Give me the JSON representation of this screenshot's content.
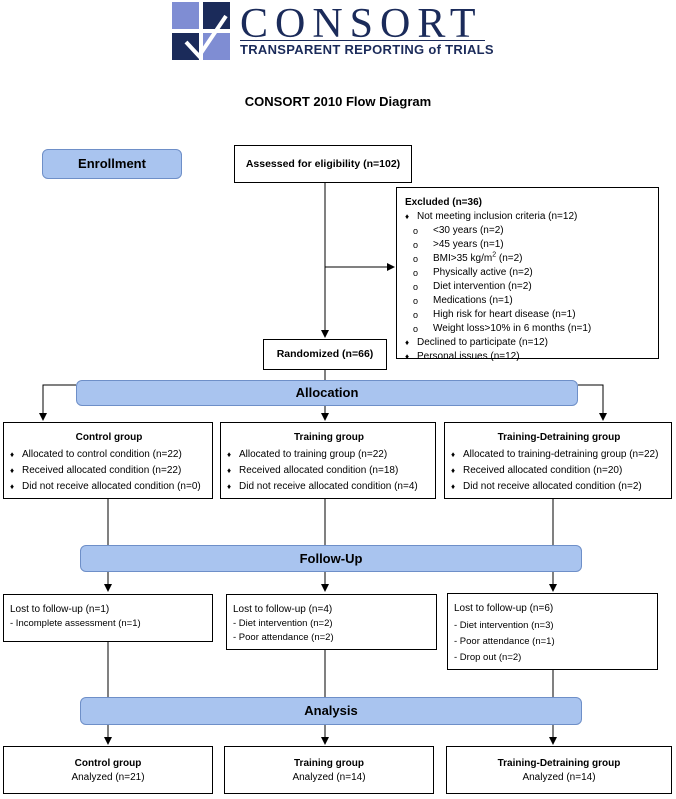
{
  "logo": {
    "title": "CONSORT",
    "subtitle": "TRANSPARENT REPORTING of TRIALS"
  },
  "diagram_title": "CONSORT 2010 Flow Diagram",
  "stages": {
    "enrollment": "Enrollment",
    "allocation": "Allocation",
    "followup": "Follow-Up",
    "analysis": "Analysis"
  },
  "assessed": "Assessed for eligibility (n=102)",
  "excluded": {
    "title": "Excluded (n=36)",
    "criteria": "Not meeting inclusion criteria (n=12)",
    "reasons": [
      "<30 years (n=2)",
      ">45 years (n=1)",
      "BMI>35 kg/m",
      "Physically active (n=2)",
      "Diet intervention (n=2)",
      "Medications (n=1)",
      "High risk for heart disease (n=1)",
      "Weight loss>10% in 6 months (n=1)"
    ],
    "bmi_superscript": "2",
    "bmi_suffix": " (n=2)",
    "declined": "Declined to participate (n=12)",
    "personal": "Personal issues (n=12)"
  },
  "randomized": "Randomized (n=66)",
  "allocation_groups": [
    {
      "title": "Control group",
      "items": [
        "Allocated to control condition (n=22)",
        "Received allocated condition (n=22)",
        "Did not receive allocated condition (n=0)"
      ]
    },
    {
      "title": "Training group",
      "items": [
        "Allocated to training group (n=22)",
        "Received allocated condition (n=18)",
        "Did not receive allocated condition (n=4)"
      ]
    },
    {
      "title": "Training-Detraining group",
      "items": [
        "Allocated to training-detraining group (n=22)",
        "Received allocated condition (n=20)",
        "Did not receive allocated condition (n=2)"
      ]
    }
  ],
  "followup_groups": [
    {
      "title": "Lost to follow-up (n=1)",
      "items": [
        "- Incomplete assessment (n=1)"
      ]
    },
    {
      "title": "Lost to follow-up (n=4)",
      "items": [
        "- Diet intervention (n=2)",
        "- Poor attendance (n=2)"
      ]
    },
    {
      "title": "Lost to follow-up (n=6)",
      "items": [
        "- Diet intervention (n=3)",
        "- Poor attendance (n=1)",
        "- Drop out (n=2)"
      ]
    }
  ],
  "analysis_groups": [
    {
      "title": "Control group",
      "analyzed": "Analyzed (n=21)"
    },
    {
      "title": "Training group",
      "analyzed": "Analyzed (n=14)"
    },
    {
      "title": "Training-Detraining group",
      "analyzed": "Analyzed (n=14)"
    }
  ],
  "symbols": {
    "diamond": "♦",
    "circle": "o"
  },
  "colors": {
    "stage_fill": "#a9c4ef",
    "stage_border": "#6e8fc8",
    "logo_blue": "#1b2b5a"
  }
}
